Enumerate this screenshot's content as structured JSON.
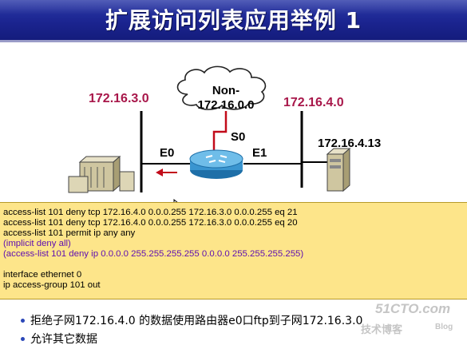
{
  "slide": {
    "title": "扩展访问列表应用举例 1"
  },
  "diagram": {
    "net_left": "172.16.3.0",
    "net_right": "172.16.4.0",
    "cloud_line1": "Non-",
    "cloud_line2": "172.16.0.0",
    "serial_label": "S0",
    "e0_label": "E0",
    "e1_label": "E1",
    "server_ip": "172.16.4.13",
    "accent_color": "#a8174a"
  },
  "config": {
    "lines": [
      {
        "text": "access-list 101 deny tcp 172.16.4.0  0.0.0.255  172.16.3.0  0.0.0.255  eq 21",
        "color": "#000000"
      },
      {
        "text": "access-list 101 deny tcp 172.16.4.0  0.0.0.255  172.16.3.0  0.0.0.255  eq 20",
        "color": "#000000"
      },
      {
        "text": "access-list 101 permit ip any any",
        "color": "#000000"
      },
      {
        "text": "(implicit deny all)",
        "color": "#6010b0"
      },
      {
        "text": "(access-list 101 deny ip 0.0.0.0 255.255.255.255 0.0.0.0 255.255.255.255)",
        "color": "#6010b0"
      },
      {
        "text": "",
        "color": "#000000"
      },
      {
        "text": "interface ethernet 0",
        "color": "#000000"
      },
      {
        "text": "ip access-group 101 out",
        "color": "#000000"
      }
    ]
  },
  "bullets": [
    "拒绝子网172.16.4.0 的数据使用路由器e0口ftp到子网172.16.3.0",
    "允许其它数据"
  ],
  "watermark": {
    "line1": "51CTO.com",
    "line2": "技术博客",
    "line3": "Blog"
  }
}
